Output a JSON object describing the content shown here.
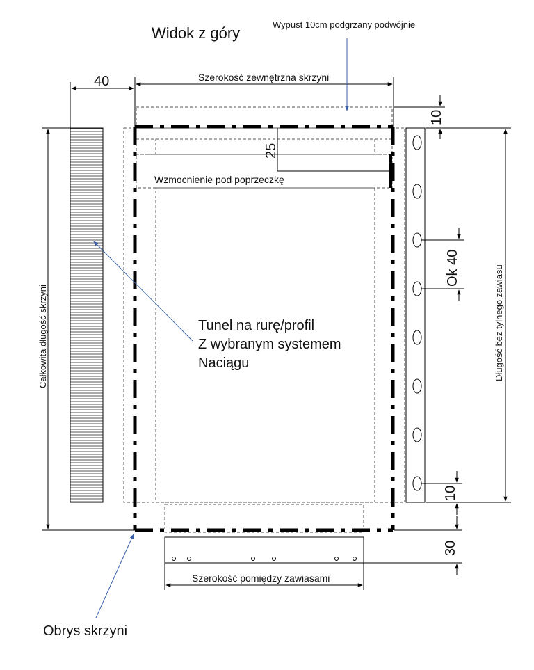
{
  "title": "Widok z góry",
  "labels": {
    "outlet_note": "Wypust 10cm podgrzany podwójnie",
    "outer_width": "Szerokość zewnętrzna skrzyni",
    "reinforcement": "Wzmocnienie pod poprzeczkę",
    "tunnel_line1": "Tunel na rurę/profil",
    "tunnel_line2": "Z wybranym systemem",
    "tunnel_line3": "Naciągu",
    "total_length": "Całkowita długość skrzyni",
    "length_no_hinge": "Długość bez tylnego zawiasu",
    "hinge_width": "Szerokość pomiędzy zawiasami",
    "box_outline": "Obrys skrzyni"
  },
  "dimensions": {
    "left_tunnel": "40",
    "outlet_depth": "10",
    "reinforcement_offset": "25",
    "eyelet_spacing": "Ok 40",
    "bottom_offset": "10",
    "hinge_depth": "30"
  },
  "colors": {
    "line": "#000000",
    "dashed": "#555555",
    "pointer": "#3a5fa8"
  }
}
